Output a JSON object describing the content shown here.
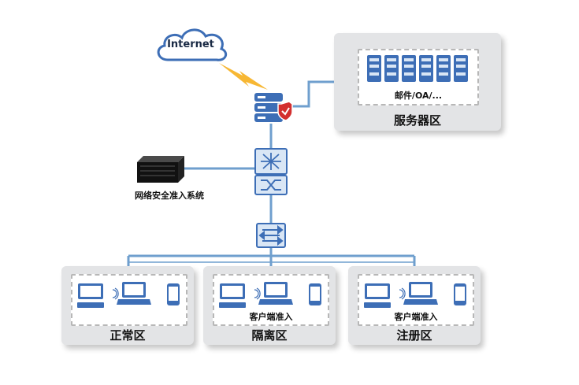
{
  "internet": {
    "label": "Internet"
  },
  "server_zone": {
    "title": "服务器区",
    "inner_label": "邮件/OA/..."
  },
  "access_system": {
    "label": "网络安全准入系统"
  },
  "zones": [
    {
      "title": "正常区",
      "client_label": ""
    },
    {
      "title": "隔离区",
      "client_label": "客户端准入"
    },
    {
      "title": "注册区",
      "client_label": "客户端准入"
    }
  ],
  "colors": {
    "link": "#6f9fce",
    "device_blue": "#3d6eb6",
    "device_light": "#d9e6f5",
    "zone_bg": "#e3e4e6",
    "lightning": "#f7b733",
    "firewall_red": "#d32f2f"
  },
  "icons": [
    "cloud-icon",
    "lightning-icon",
    "firewall-icon",
    "server-rack-icon",
    "core-switch-icon",
    "access-switch-icon",
    "appliance-icon",
    "desktop-icon",
    "laptop-icon",
    "phone-icon"
  ]
}
